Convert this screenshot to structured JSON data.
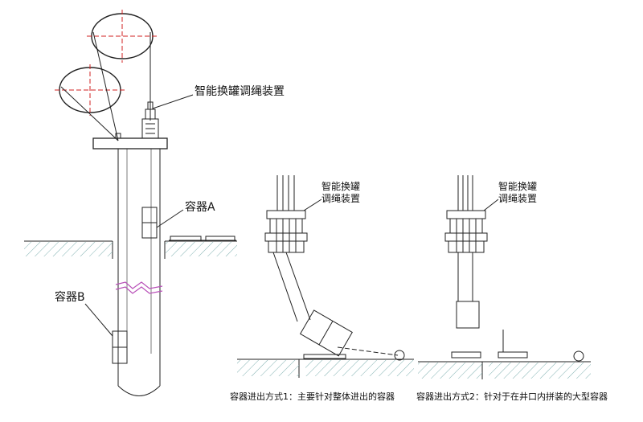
{
  "labels": {
    "device_main": "智能换罐调绳装置",
    "container_a": "容器A",
    "container_b": "容器B",
    "device_mid_line1": "智能换罐",
    "device_mid_line2": "调绳装置",
    "device_right_line1": "智能换罐",
    "device_right_line2": "调绳装置"
  },
  "captions": {
    "mode1": "容器进出方式1：主要针对整体进出的容器",
    "mode2": "容器进出方式2：针对于在井口内拼装的大型容器"
  },
  "colors": {
    "line": "#222222",
    "centerline": "#d22020",
    "hatch": "#7fb0b0",
    "break_mark": "#b84fb8"
  }
}
